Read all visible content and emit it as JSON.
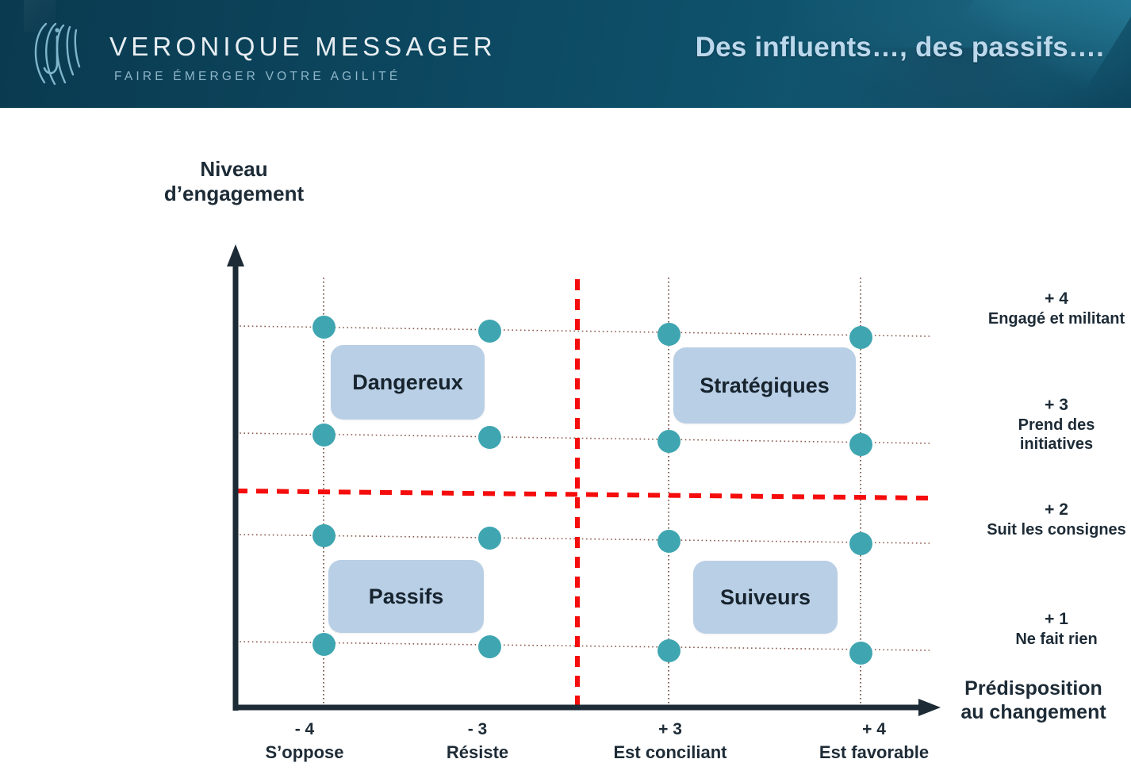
{
  "header": {
    "brand_name": "VERONIQUE MESSAGER",
    "brand_tagline": "FAIRE ÉMERGER VOTRE AGILITÉ",
    "logo_icon": "arcs-logo-icon",
    "title": "Des influents…, des passifs….",
    "background_color": "#0d4259",
    "title_color": "#bcd8ec"
  },
  "chart_data": {
    "type": "scatter",
    "title": "Des influents…, des passifs….",
    "xlabel": "Prédisposition au changement",
    "ylabel": "Niveau d’engagement",
    "grid": true,
    "legend": "none",
    "x_categories": [
      {
        "value": "- 4",
        "label": "S’oppose"
      },
      {
        "value": "- 3",
        "label": "Résiste"
      },
      {
        "value": "+ 3",
        "label": "Est conciliant"
      },
      {
        "value": "+ 4",
        "label": "Est favorable"
      }
    ],
    "y_categories": [
      {
        "value": "+ 4",
        "label": "Engagé et militant"
      },
      {
        "value": "+ 3",
        "label": "Prend des initiatives"
      },
      {
        "value": "+ 2",
        "label": "Suit les consignes"
      },
      {
        "value": "+ 1",
        "label": "Ne fait rien"
      }
    ],
    "points": [
      {
        "x": "- 4",
        "y": "+ 4"
      },
      {
        "x": "- 3",
        "y": "+ 4"
      },
      {
        "x": "+ 3",
        "y": "+ 4"
      },
      {
        "x": "+ 4",
        "y": "+ 4"
      },
      {
        "x": "- 4",
        "y": "+ 3"
      },
      {
        "x": "- 3",
        "y": "+ 3"
      },
      {
        "x": "+ 3",
        "y": "+ 3"
      },
      {
        "x": "+ 4",
        "y": "+ 3"
      },
      {
        "x": "- 4",
        "y": "+ 2"
      },
      {
        "x": "- 3",
        "y": "+ 2"
      },
      {
        "x": "+ 3",
        "y": "+ 2"
      },
      {
        "x": "+ 4",
        "y": "+ 2"
      },
      {
        "x": "- 4",
        "y": "+ 1"
      },
      {
        "x": "- 3",
        "y": "+ 1"
      },
      {
        "x": "+ 3",
        "y": "+ 1"
      },
      {
        "x": "+ 4",
        "y": "+ 1"
      }
    ],
    "point_color": "#3fa6b1",
    "divider_color": "#f50c0c",
    "quadrants": [
      {
        "name": "Dangereux",
        "position": "top-left"
      },
      {
        "name": "Stratégiques",
        "position": "top-right"
      },
      {
        "name": "Passifs",
        "position": "bottom-left"
      },
      {
        "name": "Suiveurs",
        "position": "bottom-right"
      }
    ],
    "quadrant_color": "#b9cfe6",
    "axis_color": "#1d2b36"
  },
  "y_ticks": [
    {
      "num": "+ 4",
      "label": "Engagé et militant"
    },
    {
      "num": "+ 3",
      "label": "Prend des initiatives"
    },
    {
      "num": "+ 2",
      "label": "Suit les consignes"
    },
    {
      "num": "+ 1",
      "label": "Ne fait rien"
    }
  ],
  "x_ticks": [
    {
      "num": "- 4",
      "label": "S’oppose"
    },
    {
      "num": "- 3",
      "label": "Résiste"
    },
    {
      "num": "+ 3",
      "label": "Est conciliant"
    },
    {
      "num": "+ 4",
      "label": "Est favorable"
    }
  ],
  "quadrants": {
    "top_left": "Dangereux",
    "top_right": "Stratégiques",
    "bottom_left": "Passifs",
    "bottom_right": "Suiveurs"
  },
  "axes": {
    "y_title_line1": "Niveau",
    "y_title_line2": "d’engagement",
    "x_title_line1": "Prédisposition",
    "x_title_line2": "au changement"
  }
}
